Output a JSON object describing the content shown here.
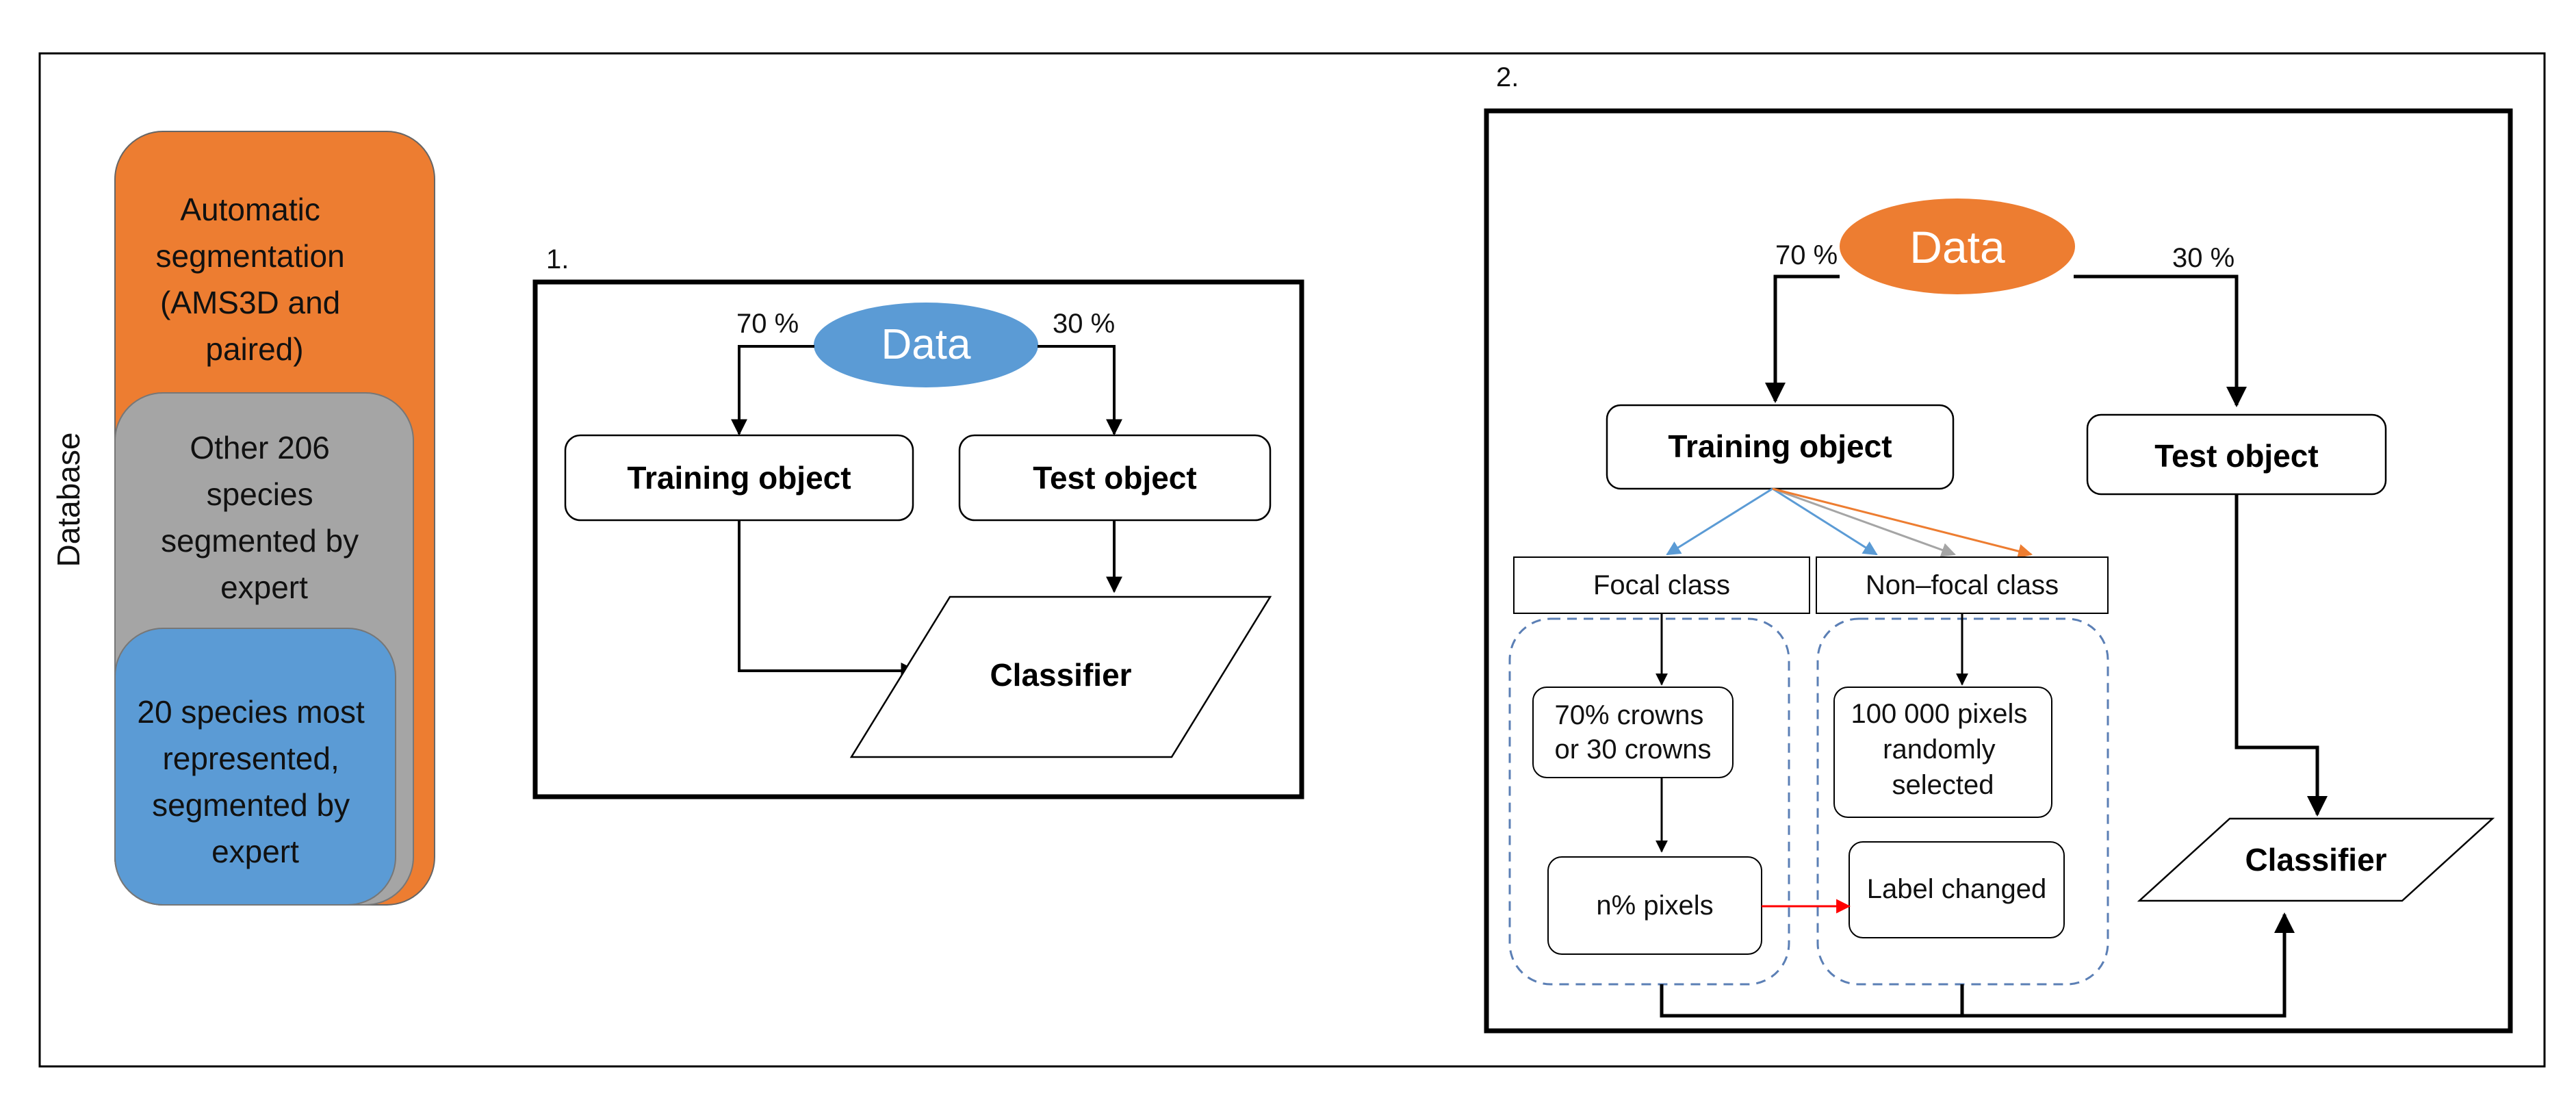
{
  "database": {
    "label": "Database",
    "layers": [
      {
        "lines": [
          "Automatic",
          "segmentation",
          "(AMS3D  and",
          "paired)"
        ],
        "color": "#ed7d31"
      },
      {
        "lines": [
          "Other 206",
          "species",
          "segmented by",
          "expert"
        ],
        "color": "#a5a5a5"
      },
      {
        "lines": [
          "20 species most",
          "represented,",
          "segmented by",
          "expert"
        ],
        "color": "#5b9bd5"
      }
    ]
  },
  "diagram1": {
    "number": "1.",
    "data_label": "Data",
    "data_color": "#5b9bd5",
    "left_pct": "70 %",
    "right_pct": "30 %",
    "training": "Training object",
    "test": "Test object",
    "classifier": "Classifier"
  },
  "diagram2": {
    "number": "2.",
    "data_label": "Data",
    "data_color": "#ed7d31",
    "left_pct": "70 %",
    "right_pct": "30 %",
    "training": "Training object",
    "test": "Test object",
    "focal": "Focal class",
    "nonfocal": "Non–focal class",
    "crowns": [
      "70% crowns",
      "or 30 crowns"
    ],
    "npixels": "n% pixels",
    "random": [
      "100 000 pixels",
      "randomly",
      "selected"
    ],
    "label_changed": "Label changed",
    "classifier": "Classifier",
    "arrow_colors": [
      "#5b9bd5",
      "#5b9bd5",
      "#a5a5a5",
      "#ed7d31"
    ],
    "highlight_color": "#ff0000"
  }
}
